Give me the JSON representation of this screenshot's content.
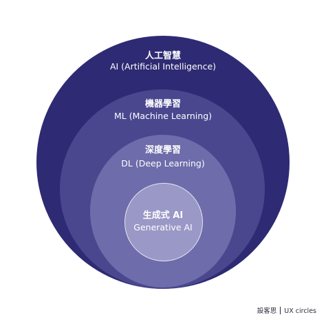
{
  "diagram": {
    "layers": [
      {
        "zh": "人工智慧",
        "en": "AI (Artificial Intelligence)",
        "color": "#2e2a73"
      },
      {
        "zh": "機器學習",
        "en": "ML (Machine Learning)",
        "color": "#4a478f"
      },
      {
        "zh": "深度學習",
        "en": "DL (Deep Learning)",
        "color": "#6e6caa"
      },
      {
        "zh": "生成式 AI",
        "en": "Generative AI",
        "color": "#9a98c6"
      }
    ]
  },
  "credit": {
    "author": "設客思",
    "brand": "UX circles"
  }
}
